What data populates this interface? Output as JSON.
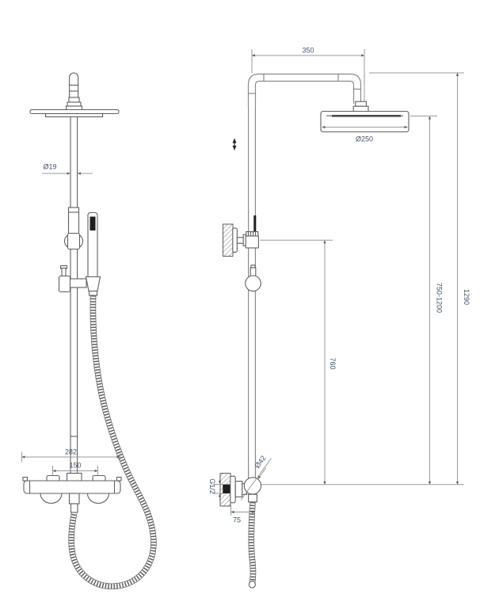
{
  "diagram": {
    "front_view": {
      "pipe_diameter_label": "Ø19",
      "mixer_width_label": "282",
      "inlet_spacing_label": "150"
    },
    "side_view": {
      "arm_reach_label": "350",
      "head_diameter_label": "Ø250",
      "overall_height_label": "1290",
      "head_height_range_label": "750-1200",
      "outlet_height_label": "760",
      "elbow_diameter_label": "Ø42",
      "thread_label": "G1/2",
      "wall_offset_label": "75"
    },
    "colors": {
      "part_outline": "#5f5f5f",
      "pipe_outline": "#8a8a8a",
      "dimension_line": "#9a9a9a",
      "dimension_text": "#44546a",
      "dark_fill": "#1f1f1f",
      "background": "#ffffff"
    }
  }
}
